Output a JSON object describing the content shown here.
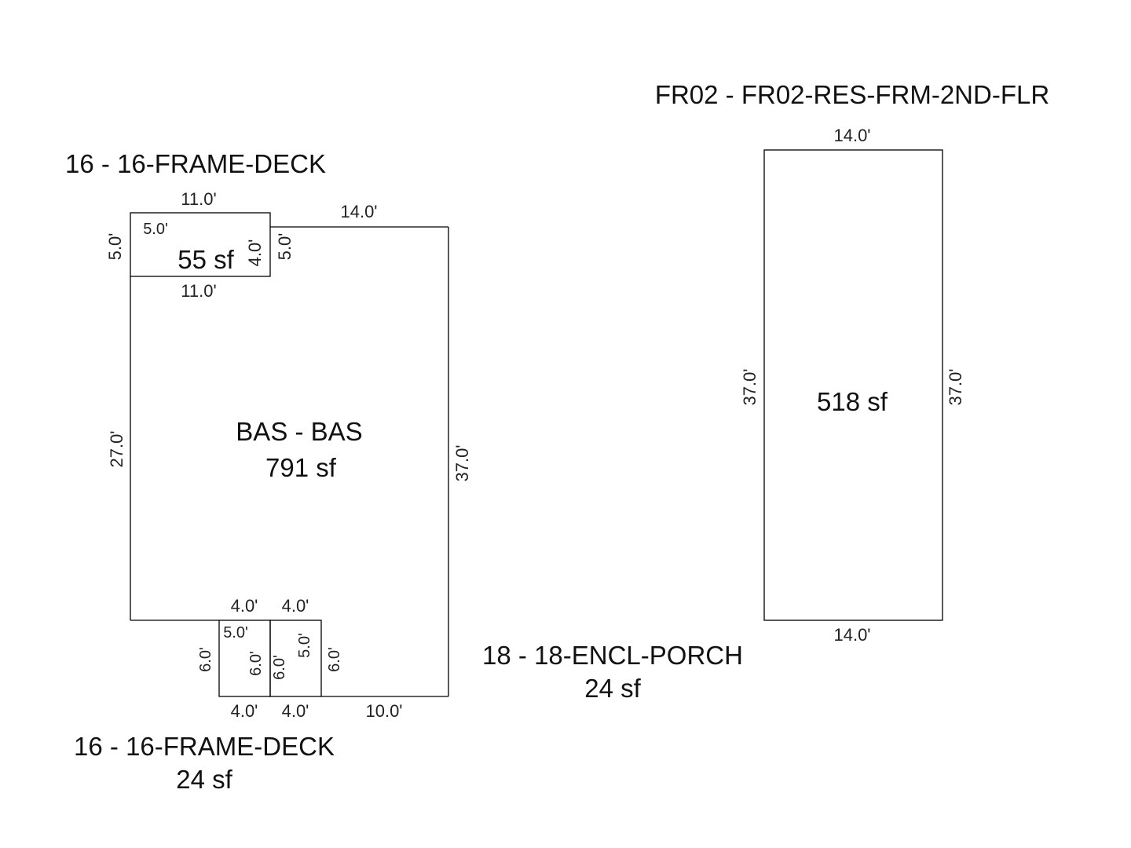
{
  "areas": {
    "bas": {
      "name": "BAS - BAS",
      "area": "791 sf",
      "dims": {
        "left": "27.0'",
        "right": "37.0'",
        "top": "14.0'",
        "bottom": "10.0'"
      }
    },
    "deck": {
      "name": "16 - 16-FRAME-DECK",
      "area": "55 sf",
      "dims": {
        "top": "11.0'",
        "bottom": "11.0'",
        "left": "5.0'",
        "right": "4.0'",
        "right_outer": "5.0'",
        "inner": "5.0'"
      }
    },
    "porch_a": {
      "name": "16 - 16-FRAME-DECK",
      "area": "24 sf",
      "dims": {
        "top": "4.0'",
        "bottom": "4.0'",
        "left": "6.0'",
        "right": "6.0'",
        "inner": "5.0'"
      }
    },
    "porch_b": {
      "name": "18 - 18-ENCL-PORCH",
      "area": "24 sf",
      "dims": {
        "top": "4.0'",
        "bottom": "4.0'",
        "left": "6.0'",
        "right": "6.0'",
        "inner": "5.0'"
      }
    },
    "fr02": {
      "name": "FR02 - FR02-RES-FRM-2ND-FLR",
      "area": "518 sf",
      "dims": {
        "top": "14.0'",
        "bottom": "14.0'",
        "left": "37.0'",
        "right": "37.0'"
      }
    }
  }
}
